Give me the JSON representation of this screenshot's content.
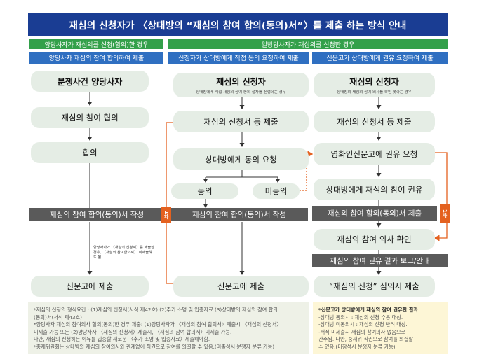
{
  "title": "재심의 신청자가 〈상대방의  “재심의 참여 합의(동의)서”〉를 제출 하는 방식 안내",
  "sections": {
    "left_green": "양당사자가 재심의를 신청(합의)한 경우",
    "right_green": "일방당사자가 재심의를 신청한 경우",
    "left_blue": "양당사자 재심의 참여 합의하여 제출",
    "mid_blue": "신청자가 상대방에게 직접 동의 요청하여 제출",
    "right_blue": "신문고가 상대방에게 권유 요청하여 제출"
  },
  "left_col": {
    "start": "분쟁사건 양당사자",
    "step1": "재심의 참여 협의",
    "step2": "합의",
    "bar": "재심의 참여 합의(동의)서 작성",
    "side_note": "양당사자가 〈재심의 신청서〉를 제출한 경우, 〈재심의 참여합의서〉 미제출해도 됨.",
    "end": "신문고에 제출"
  },
  "mid_col": {
    "start_title": "재심의 신청자",
    "start_sub": "상대방에게 직접 재심의 참여 동의 절차를 진행하는 경우",
    "step1": "재심의 신청서 등 제출",
    "step2": "상대방에게 동의 요청",
    "agree": "동의",
    "disagree": "미동의",
    "bar": "재심의 참여 합의(동의)서 작성",
    "side_label": "1차",
    "end": "신문고에 제출"
  },
  "right_col": {
    "start_title": "재심의 신청자",
    "start_sub": "상대방의 재심의 참여 의사를 확인 못하는 경우",
    "step1": "재심의 신청서 등 제출",
    "step2": "영화인신문고에 권유 요청",
    "step3": "상대방에게 재심의 참여 권유",
    "bar1": "재심의 참여 합의(동의)서 제출",
    "step4": "재심의 참여 의사 확인",
    "bar2": "재심의 참여 권유 결과 보고/안내",
    "side_label": "1차",
    "end": "“재심의 신청”  심의시 제출"
  },
  "notes_left": [
    "*재심의 신청의 형식요건 : (1)재심의 신청서(서식 제42호) (2)추가 소명 및 입증자료 (3)상대방의 재심의 참여 합의",
    "(동의)서(서식 제43호)",
    "*양당사자 재심의 참여의사 합의(동의)한 경우 제출: (1)양당사자가 〈재심의 참여 합의서〉제출시 〈재심의 신청서〉",
    "미제출 가능 또는  (2)양당사자 〈재심의 신청서〉제출시, 〈재심의 참여 합의서〉미제출 가능.",
    "다만, 재심의 신청하는 이유를 입증할  새로운 〈추가 소명 및 입증자료〉제출해야함.",
    "*중재위원회는 상대방의 재심의 참여의사와 관계없이 직권으로 참여를 의결할 수 있음.(미출석시 분쟁자 분류 가능)"
  ],
  "notes_right": {
    "heading": "*신문고가 상대방에게 재심의 참여 권유한 결과",
    "lines": [
      "-상대방 동의시 : 재심의 신청 수용 대상.",
      "-상대방 미동의시 : 재심의 신청 반려 대상.",
      "-서식 미제출시 재심의 참여의사 없음으로",
      "  간주됨. 다만, 중재위 직권으로 참여를 의결할",
      "  수 있음.(미참석시 분쟁자 분류 가능)"
    ]
  },
  "colors": {
    "title_bg": "#1a3d93",
    "green": "#33a04a",
    "blue": "#2f6fc1",
    "pill": "#e5ede5",
    "gray_bar": "#5a5a5a",
    "orange": "#e4611f"
  }
}
